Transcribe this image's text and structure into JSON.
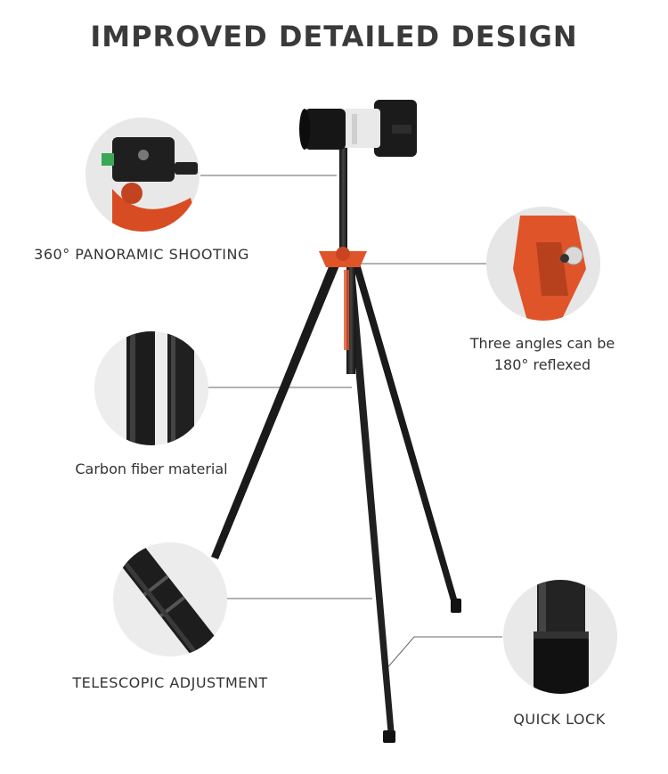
{
  "title": "IMPROVED DETAILED DESIGN",
  "features": [
    {
      "id": "panoramic",
      "label": "360° PANORAMIC SHOOTING"
    },
    {
      "id": "angles",
      "label_line1": "Three angles can be",
      "label_line2": "180° reflexed"
    },
    {
      "id": "carbon",
      "label": "Carbon fiber material"
    },
    {
      "id": "telescopic",
      "label": "TELESCOPIC ADJUSTMENT"
    },
    {
      "id": "quicklock",
      "label": "QUICK LOCK"
    }
  ],
  "colors": {
    "accent": "#e0542a",
    "carbon": "#2a2a2a",
    "leader": "#555555"
  }
}
